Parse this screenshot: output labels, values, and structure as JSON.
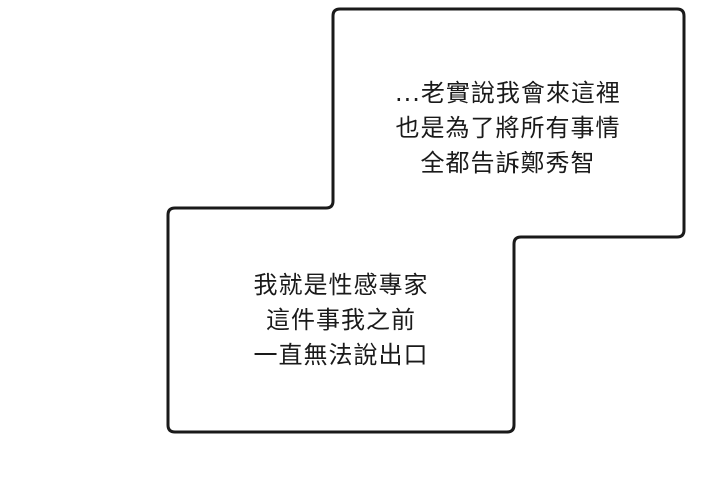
{
  "panel": {
    "background": "#ffffff",
    "border_color": "#1a1a1a"
  },
  "captions": {
    "top": {
      "lines": [
        "...老實說我會來這裡",
        "也是為了將所有事情",
        "全都告訴鄭秀智"
      ]
    },
    "bottom": {
      "lines": [
        "我就是性感專家",
        "這件事我之前",
        "一直無法說出口"
      ]
    }
  }
}
